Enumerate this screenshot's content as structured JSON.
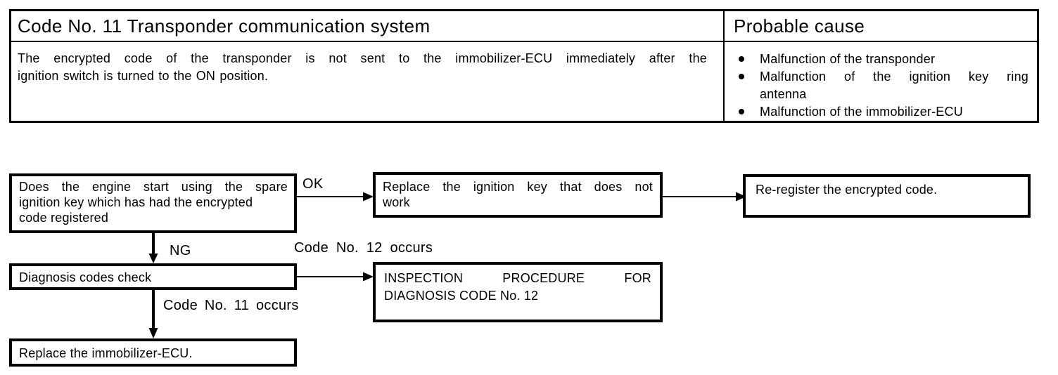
{
  "table": {
    "header_left": "Code No. 11 Transponder communication system",
    "header_right": "Probable cause",
    "description": {
      "line1": "The encrypted code of the transponder is not sent to the immobilizer-ECU immediately after the",
      "line2": "ignition switch is turned to the ON position."
    },
    "causes": [
      {
        "lines": [
          "Malfunction of the transponder"
        ]
      },
      {
        "lines": [
          "Malfunction of the ignition key ring",
          "antenna"
        ]
      },
      {
        "lines": [
          "Malfunction of the immobilizer-ECU"
        ]
      }
    ]
  },
  "flowchart": {
    "boxes": {
      "engine_start": {
        "lines": [
          "Does the engine start using the spare",
          "ignition key which has had the encrypted",
          "code registered"
        ]
      },
      "replace_key": {
        "lines": [
          "Replace the ignition key that does not",
          "work"
        ]
      },
      "reregister": {
        "text": "Re-register the encrypted code."
      },
      "diagnosis_check": {
        "text": "Diagnosis codes check"
      },
      "inspection_12": {
        "lines": [
          "INSPECTION PROCEDURE FOR",
          "DIAGNOSIS CODE No. 12"
        ]
      },
      "replace_ecu": {
        "text": "Replace the immobilizer-ECU."
      }
    },
    "labels": {
      "ok": "OK",
      "ng": "NG",
      "code12": "Code No. 12 occurs",
      "code11": "Code No. 11 occurs"
    }
  },
  "colors": {
    "ink": "#000000",
    "paper": "#ffffff"
  }
}
